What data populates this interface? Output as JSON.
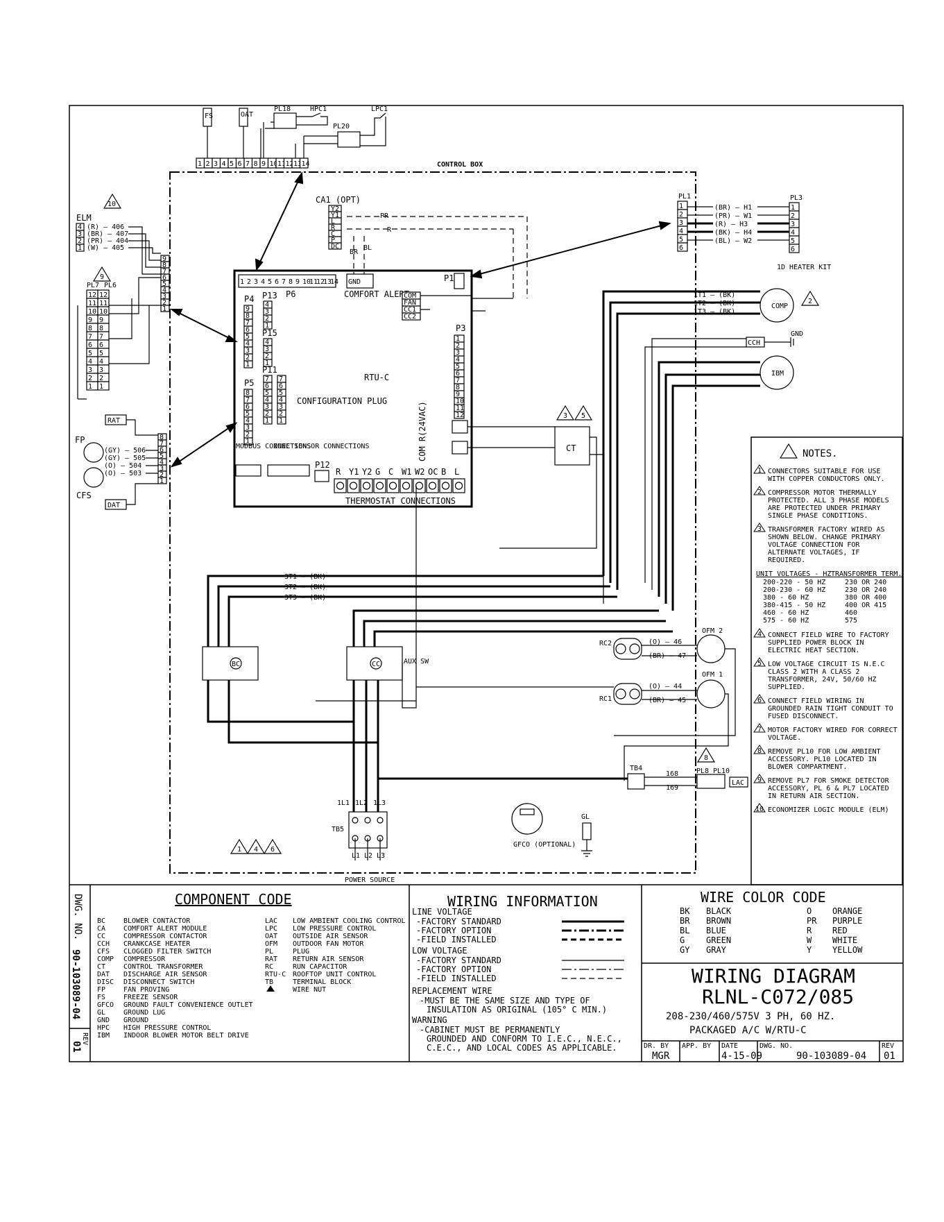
{
  "diagram": {
    "control_box_label": "CONTROL BOX",
    "power_source_label": "POWER SOURCE",
    "rtu_label": "RTU-C",
    "p6_label": "P6",
    "p4_label": "P4",
    "p5_label": "P5",
    "p3_label": "P3",
    "p1_label": "P1",
    "p12_label": "P12",
    "p13_label": "P13",
    "p15_label": "P15",
    "p11_label": "P11",
    "comfort_alert_label": "COMFORT ALERT",
    "configuration_plug_label": "CONFIGURATION PLUG",
    "modbus_label": "MODBUS CONNECTIONS",
    "zone_sensor_label": "ZONE SENSOR CONNECTIONS",
    "thermostat_label": "THERMOSTAT CONNECTIONS",
    "thermostat_terminals": [
      "R",
      "Y1",
      "Y2",
      "G",
      "C",
      "W1",
      "W2",
      "OC",
      "B",
      "L"
    ],
    "com_r_label": "COM R(24VAC)",
    "ca1_label": "CA1 (OPT)",
    "ca1_pins": [
      "Y2",
      "Y1",
      "L",
      "R",
      "C",
      "P",
      "DC"
    ],
    "comfort_pins": [
      "COM",
      "FAN",
      "CC1",
      "CC2"
    ],
    "elm_label": "ELM",
    "elm_wires": [
      "(R) — 406",
      "(BR) — 407",
      "(PR) — 404",
      "(W) — 405"
    ],
    "pl7_label": "PL7",
    "pl6_label": "PL6",
    "pl1_label": "PL1",
    "pl3_label": "PL3",
    "pl18_label": "PL18",
    "pl20_label": "PL20",
    "hpc1_label": "HPC1",
    "lpc1_label": "LPC1",
    "heater_kit_label": "1D HEATER KIT",
    "heater_wires": [
      "(BR) — H1",
      "(PR) — W1",
      "(R) — H3",
      "(BK) — H4",
      "(BL) — W2"
    ],
    "comp_label": "COMP",
    "ibm_label": "IBM",
    "cch_label": "CCH",
    "gnd_label": "GND",
    "ct_label": "CT",
    "rat_label": "RAT",
    "dat_label": "DAT",
    "fp_label": "FP",
    "cfs_label": "CFS",
    "fp_wires": [
      "(GY) — 506",
      "(GY) — 505",
      "(O) — 504",
      "(O) — 503"
    ],
    "rc1_label": "RC1",
    "rc2_label": "RC2",
    "ofm1_label": "OFM 1",
    "ofm2_label": "OFM 2",
    "tb4_label": "TB4",
    "tb5_label": "TB5",
    "lac_label": "LAC",
    "pl8_label": "PL8",
    "pl10_label": "PL10",
    "gfco_label": "GFCO (OPTIONAL)",
    "gl_label": "GL",
    "aux_sw_label": "AUX SW",
    "line_labels": [
      "1L1",
      "1L2",
      "1L3"
    ],
    "supply_labels": [
      "L1",
      "L2",
      "L3"
    ],
    "wire_3t": [
      "3T1 — (BK)",
      "3T2 — (BK)",
      "3T3 — (BK)"
    ],
    "wire_1t": [
      "1T1 — (BK)",
      "1T2 — (BK)",
      "1T3 — (BK)"
    ],
    "warning_triangles": [
      "1",
      "4",
      "6"
    ]
  },
  "notes": {
    "title": "NOTES.",
    "items": [
      {
        "n": "1",
        "text": "CONNECTORS SUITABLE FOR USE WITH COPPER CONDUCTORS ONLY."
      },
      {
        "n": "2",
        "text": "COMPRESSOR MOTOR THERMALLY PROTECTED. ALL 3 PHASE MODELS ARE PROTECTED UNDER PRIMARY SINGLE PHASE CONDITIONS."
      },
      {
        "n": "3",
        "text": "TRANSFORMER FACTORY WIRED AS SHOWN BELOW. CHANGE PRIMARY VOLTAGE CONNECTION FOR ALTERNATE VOLTAGES, IF REQUIRED."
      }
    ],
    "voltage_header_left": "UNIT VOLTAGES - HZ",
    "voltage_header_right": "TRANSFORMER TERM.",
    "voltages": [
      {
        "v": "200-220 - 50 HZ",
        "t": "230 OR 240"
      },
      {
        "v": "200-230 - 60 HZ",
        "t": "230 OR 240"
      },
      {
        "v": "380 - 60 HZ",
        "t": "380 OR 400"
      },
      {
        "v": "380-415 - 50 HZ",
        "t": "400 OR 415"
      },
      {
        "v": "460 - 60 HZ",
        "t": "460"
      },
      {
        "v": "575 - 60 HZ",
        "t": "575"
      }
    ],
    "items2": [
      {
        "n": "4",
        "text": "CONNECT FIELD WIRE TO FACTORY SUPPLIED POWER BLOCK IN ELECTRIC HEAT SECTION."
      },
      {
        "n": "5",
        "text": "LOW VOLTAGE CIRCUIT IS N.E.C CLASS 2 WITH A CLASS 2 TRANSFORMER, 24V, 50/60 HZ SUPPLIED."
      },
      {
        "n": "6",
        "text": "CONNECT FIELD WIRING IN GROUNDED RAIN TIGHT CONDUIT TO FUSED DISCONNECT."
      },
      {
        "n": "7",
        "text": "MOTOR FACTORY WIRED FOR CORRECT VOLTAGE."
      },
      {
        "n": "8",
        "text": "REMOVE PL10 FOR LOW AMBIENT ACCESSORY. PL10 LOCATED IN BLOWER COMPARTMENT."
      },
      {
        "n": "9",
        "text": "REMOVE PL7 FOR SMOKE DETECTOR ACCESSORY, PL 6 & PL7 LOCATED IN RETURN AIR SECTION."
      },
      {
        "n": "10",
        "text": "ECONOMIZER LOGIC MODULE (ELM)"
      }
    ]
  },
  "component_code": {
    "title": "COMPONENT CODE",
    "left": [
      [
        "BC",
        "BLOWER CONTACTOR"
      ],
      [
        "CA",
        "COMFORT ALERT MODULE"
      ],
      [
        "CC",
        "COMPRESSOR CONTACTOR"
      ],
      [
        "CCH",
        "CRANKCASE HEATER"
      ],
      [
        "CFS",
        "CLOGGED FILTER SWITCH"
      ],
      [
        "COMP",
        "COMPRESSOR"
      ],
      [
        "CT",
        "CONTROL TRANSFORMER"
      ],
      [
        "DAT",
        "DISCHARGE AIR SENSOR"
      ],
      [
        "DISC",
        "DISCONNECT SWITCH"
      ],
      [
        "FP",
        "FAN PROVING"
      ],
      [
        "FS",
        "FREEZE SENSOR"
      ],
      [
        "GFCO",
        "GROUND FAULT CONVENIENCE OUTLET"
      ],
      [
        "GL",
        "GROUND LUG"
      ],
      [
        "GND",
        "GROUND"
      ],
      [
        "HPC",
        "HIGH PRESSURE CONTROL"
      ],
      [
        "IBM",
        "INDOOR BLOWER MOTOR BELT DRIVE"
      ]
    ],
    "right": [
      [
        "LAC",
        "LOW AMBIENT COOLING CONTROL"
      ],
      [
        "LPC",
        "LOW PRESSURE CONTROL"
      ],
      [
        "OAT",
        "OUTSIDE AIR SENSOR"
      ],
      [
        "OFM",
        "OUTDOOR FAN MOTOR"
      ],
      [
        "PL",
        "PLUG"
      ],
      [
        "RAT",
        "RETURN AIR SENSOR"
      ],
      [
        "RC",
        "RUN CAPACITOR"
      ],
      [
        "RTU-C",
        "ROOFTOP UNIT CONTROL"
      ],
      [
        "TB",
        "TERMINAL BLOCK"
      ],
      [
        "",
        "WIRE NUT"
      ]
    ]
  },
  "wiring_info": {
    "title": "WIRING INFORMATION",
    "line_voltage": "LINE VOLTAGE",
    "low_voltage": "LOW VOLTAGE",
    "factory_standard": "-FACTORY STANDARD",
    "factory_option": "-FACTORY OPTION",
    "field_installed": "-FIELD INSTALLED",
    "replacement_title": "REPLACEMENT WIRE",
    "replacement_text1": "-MUST BE THE SAME SIZE AND TYPE OF",
    "replacement_text2": "INSULATION AS ORIGINAL (105° C MIN.)",
    "warning_title": "WARNING",
    "warning_text1": "-CABINET MUST BE PERMANENTLY",
    "warning_text2": "GROUNDED AND CONFORM TO I.E.C., N.E.C.,",
    "warning_text3": "C.E.C., AND LOCAL CODES AS APPLICABLE."
  },
  "wire_colors": {
    "title": "WIRE COLOR CODE",
    "left": [
      [
        "BK",
        "BLACK"
      ],
      [
        "BR",
        "BROWN"
      ],
      [
        "BL",
        "BLUE"
      ],
      [
        "G",
        "GREEN"
      ],
      [
        "GY",
        "GRAY"
      ]
    ],
    "right": [
      [
        "O",
        "ORANGE"
      ],
      [
        "PR",
        "PURPLE"
      ],
      [
        "R",
        "RED"
      ],
      [
        "W",
        "WHITE"
      ],
      [
        "Y",
        "YELLOW"
      ]
    ]
  },
  "title_block": {
    "line1": "WIRING DIAGRAM",
    "line2": "RLNL-C072/085",
    "line3": "208-230/460/575V 3 PH, 60 HZ.",
    "line4": "PACKAGED A/C  W/RTU-C",
    "dr_by_label": "DR. BY",
    "dr_by": "MGR",
    "app_by_label": "APP. BY",
    "date_label": "DATE",
    "date": "4-15-09",
    "dwg_no_label": "DWG. NO.",
    "dwg_no": "90-103089-04",
    "rev_label": "REV",
    "rev": "01",
    "side_dwg_label": "DWG. NO.",
    "side_dwg": "90-103089-04",
    "side_rev_label": "REV",
    "side_rev": "01"
  }
}
